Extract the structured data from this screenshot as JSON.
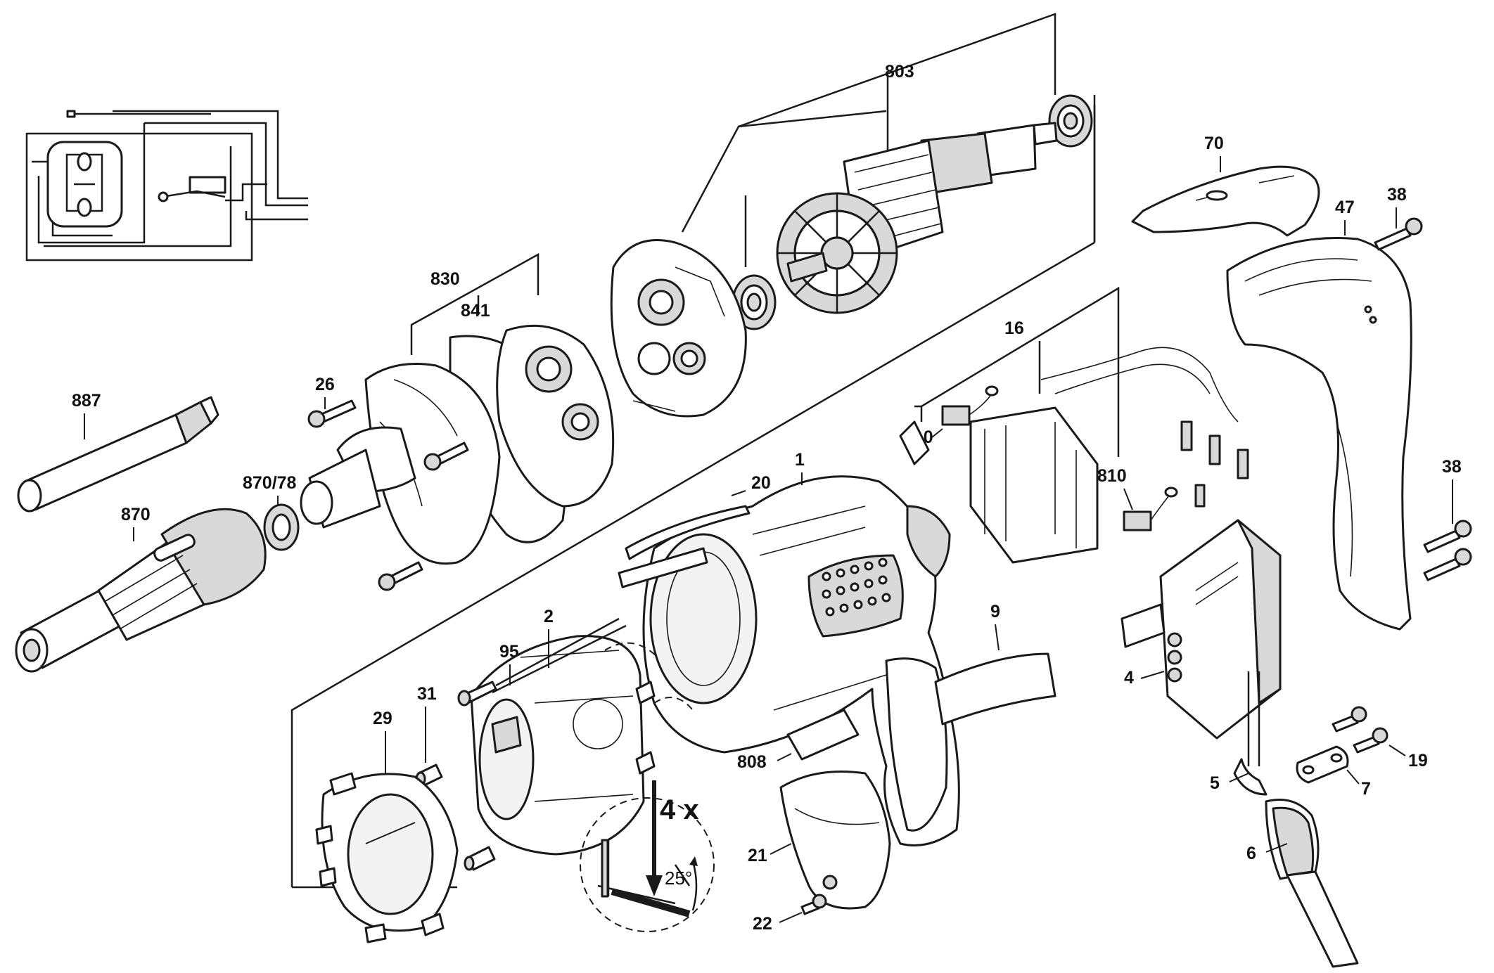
{
  "labels": {
    "p803": "803",
    "p70": "70",
    "p47": "47",
    "p38a": "38",
    "p830": "830",
    "p841": "841",
    "p26": "26",
    "p887": "887",
    "p870_78": "870/78",
    "p870": "870",
    "p16": "16",
    "p810a": "810",
    "p810b": "810",
    "p1": "1",
    "p20": "20",
    "p38b": "38",
    "p2": "2",
    "p95": "95",
    "p9": "9",
    "p4": "4",
    "p31": "31",
    "p29": "29",
    "p808": "808",
    "p19": "19",
    "p7": "7",
    "p5": "5",
    "p21": "21",
    "p6": "6",
    "p22": "22"
  },
  "annotations": {
    "quantity": "4 x",
    "angle": "25°"
  },
  "colors": {
    "line": "#1a1a1a",
    "background": "#ffffff",
    "shade": "#d9d9d9"
  }
}
